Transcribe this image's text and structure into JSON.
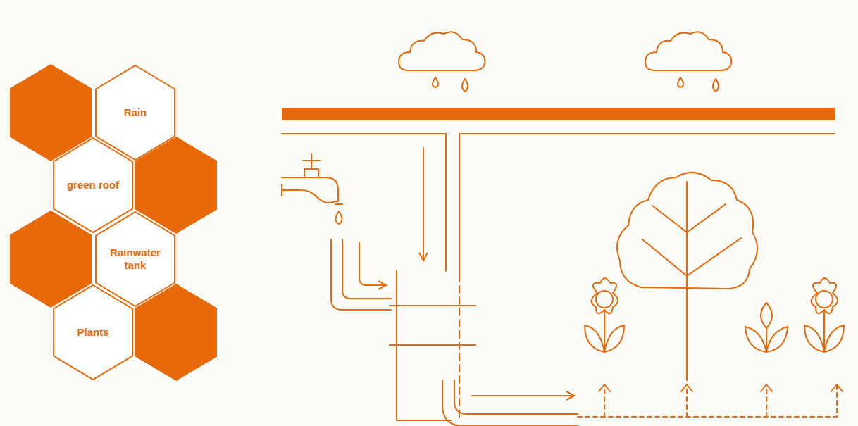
{
  "diagram": {
    "nodes": [
      {
        "text": [
          "Rain"
        ]
      },
      {
        "text": [
          "green roof"
        ]
      },
      {
        "text": [
          "Rainwater tank"
        ]
      },
      {
        "text": [
          "Plants"
        ]
      }
    ]
  }
}
